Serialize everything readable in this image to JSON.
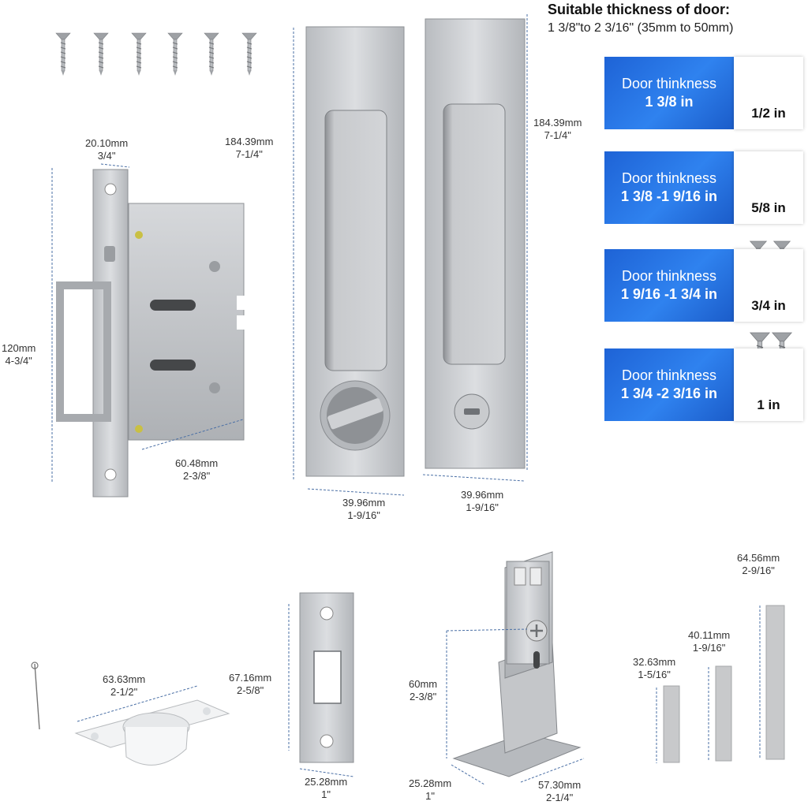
{
  "header": {
    "title": "Suitable thickness of door:",
    "subtitle": "1 3/8\"to 2 3/16\" (35mm to 50mm)"
  },
  "cards": [
    {
      "label": "Door thinkness",
      "value": "1 3/8 in",
      "screw": "1/2 in"
    },
    {
      "label": "Door thinkness",
      "value": "1 3/8 -1 9/16 in",
      "screw": "5/8 in"
    },
    {
      "label": "Door thinkness",
      "value": "1 9/16 -1 3/4 in",
      "screw": "3/4 in"
    },
    {
      "label": "Door thinkness",
      "value": "1 3/4 -2 3/16 in",
      "screw": "1 in"
    }
  ],
  "dimensions": {
    "mortise_width": {
      "mm": "20.10mm",
      "inch": "3/4\""
    },
    "mortise_height": {
      "mm": "120mm",
      "inch": "4-3/4\""
    },
    "mortise_depth": {
      "mm": "60.48mm",
      "inch": "2-3/8\""
    },
    "plate_height_left": {
      "mm": "184.39mm",
      "inch": "7-1/4\""
    },
    "plate_height_right": {
      "mm": "184.39mm",
      "inch": "7-1/4\""
    },
    "plate_width_left": {
      "mm": "39.96mm",
      "inch": "1-9/16\""
    },
    "plate_width_right": {
      "mm": "39.96mm",
      "inch": "1-9/16\""
    },
    "cup_length": {
      "mm": "63.63mm",
      "inch": "2-1/2\""
    },
    "strike_height": {
      "mm": "67.16mm",
      "inch": "2-5/8\""
    },
    "strike_width": {
      "mm": "25.28mm",
      "inch": "1\""
    },
    "guide_height": {
      "mm": "60mm",
      "inch": "2-3/8\""
    },
    "guide_depth": {
      "mm": "25.28mm",
      "inch": "1\""
    },
    "guide_length": {
      "mm": "57.30mm",
      "inch": "2-1/4\""
    },
    "spacer_short": {
      "mm": "32.63mm",
      "inch": "1-5/16\""
    },
    "spacer_mid": {
      "mm": "40.11mm",
      "inch": "1-9/16\""
    },
    "spacer_long": {
      "mm": "64.56mm",
      "inch": "2-9/16\""
    }
  },
  "colors": {
    "accent_blue": "#2a78e8",
    "steel": "#c7c9cc",
    "dimension_line": "#4a6fa5"
  }
}
